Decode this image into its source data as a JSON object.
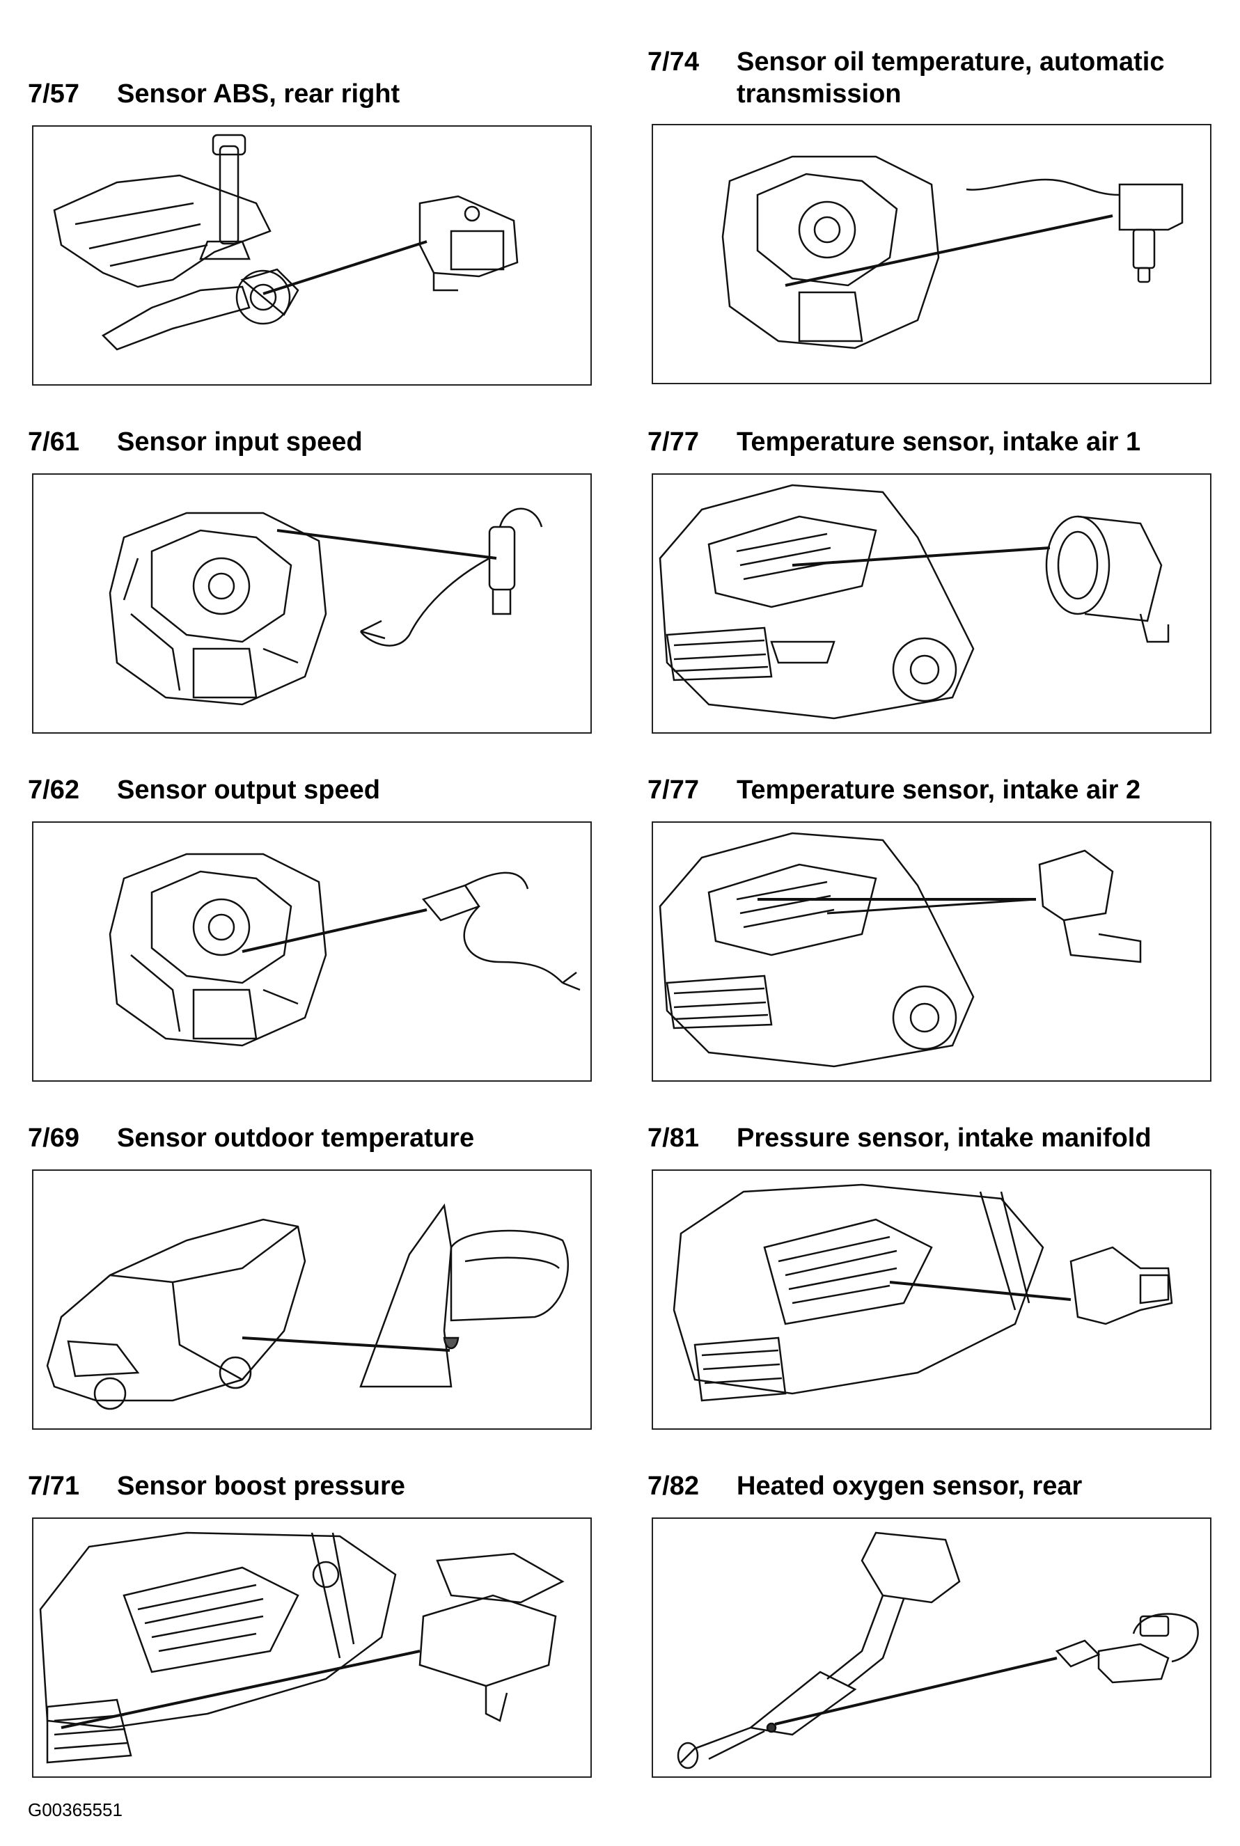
{
  "panels": [
    {
      "number": "7/57",
      "title": "Sensor ABS, rear right",
      "illustration": "rear-axle-abs-sensor"
    },
    {
      "number": "7/74",
      "title": "Sensor oil temperature, automatic",
      "title2": "transmission",
      "illustration": "transmission-oil-temp-sensor"
    },
    {
      "number": "7/61",
      "title": "Sensor input speed",
      "illustration": "transmission-input-speed-sensor"
    },
    {
      "number": "7/77",
      "title": "Temperature sensor, intake air 1",
      "illustration": "car-engine-bay-intake-air-sensor"
    },
    {
      "number": "7/62",
      "title": "Sensor output speed",
      "illustration": "transmission-output-speed-sensor"
    },
    {
      "number": "7/77",
      "title": "Temperature sensor, intake air 2",
      "illustration": "car-engine-bay-intake-air-sensor-2"
    },
    {
      "number": "7/69",
      "title": "Sensor outdoor temperature",
      "illustration": "car-mirror-outdoor-temp-sensor"
    },
    {
      "number": "7/81",
      "title": "Pressure sensor, intake manifold",
      "illustration": "engine-bay-map-sensor"
    },
    {
      "number": "7/71",
      "title": "Sensor boost pressure",
      "illustration": "engine-bay-boost-sensor"
    },
    {
      "number": "7/82",
      "title": "Heated oxygen sensor, rear",
      "illustration": "exhaust-oxygen-sensor"
    }
  ],
  "footer": {
    "code": "G00365551"
  }
}
